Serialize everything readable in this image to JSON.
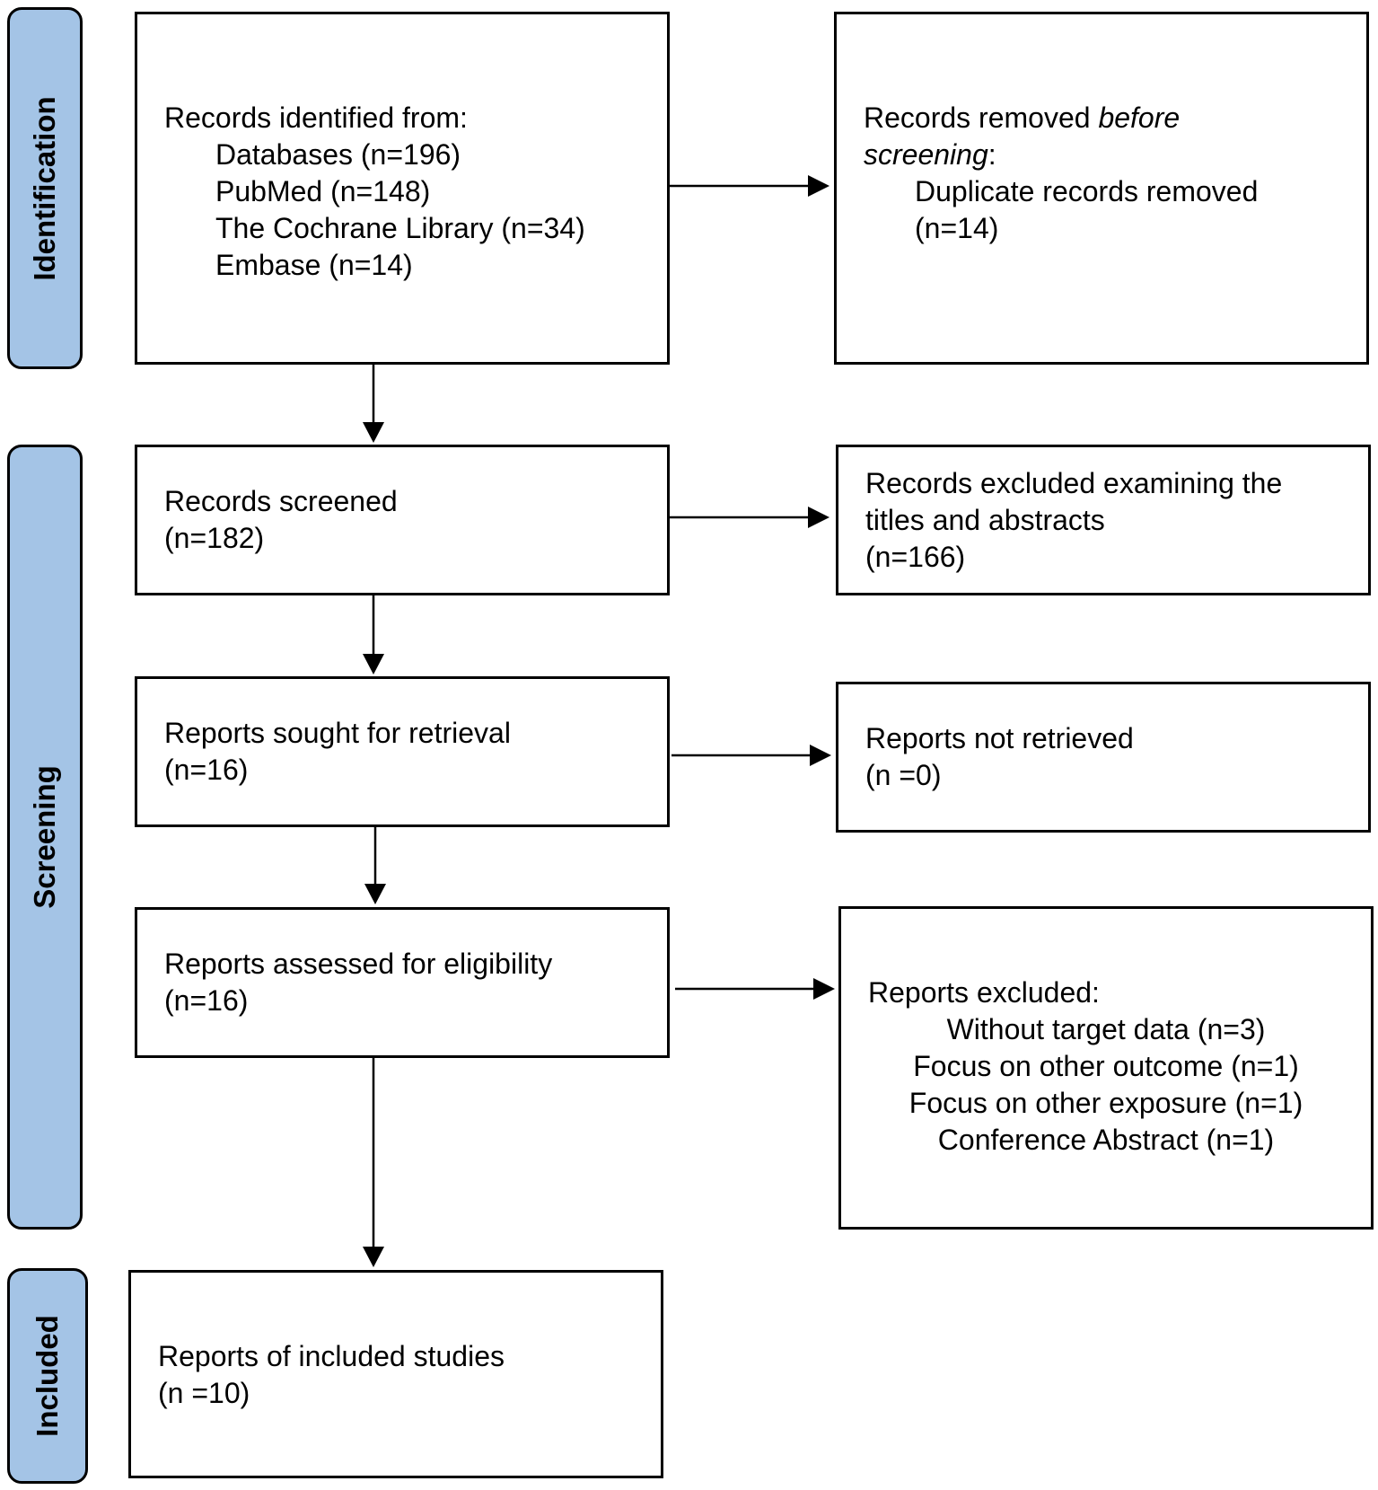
{
  "phases": {
    "identification": "Identification",
    "screening": "Screening",
    "included": "Included"
  },
  "identification": {
    "records_identified": {
      "heading": "Records identified from:",
      "sources": [
        "Databases (n=196)",
        "PubMed (n=148)",
        "The Cochrane Library (n=34)",
        "Embase (n=14)"
      ]
    },
    "records_removed": {
      "heading_start": "Records removed ",
      "heading_italic_1": "before",
      "heading_italic_2": "screening",
      "heading_colon": ":",
      "detail_line1": "Duplicate records removed",
      "detail_line2": "(n=14)"
    }
  },
  "screening": {
    "records_screened": {
      "label": "Records screened",
      "count": "(n=182)"
    },
    "records_excluded": {
      "line1": "Records excluded examining the",
      "line2": "titles and abstracts",
      "count": "(n=166)"
    },
    "reports_sought": {
      "label": "Reports sought for retrieval",
      "count": "(n=16)"
    },
    "reports_not_retrieved": {
      "label": "Reports not retrieved",
      "count": "(n =0)"
    },
    "reports_assessed": {
      "label": "Reports assessed for eligibility",
      "count": "(n=16)"
    },
    "reports_excluded": {
      "heading": "Reports excluded:",
      "reasons": [
        "Without target data (n=3)",
        "Focus on other outcome (n=1)",
        "Focus on other exposure (n=1)",
        "Conference Abstract (n=1)"
      ]
    }
  },
  "included": {
    "reports_included": {
      "label": "Reports of included studies",
      "count": "(n =10)"
    }
  }
}
